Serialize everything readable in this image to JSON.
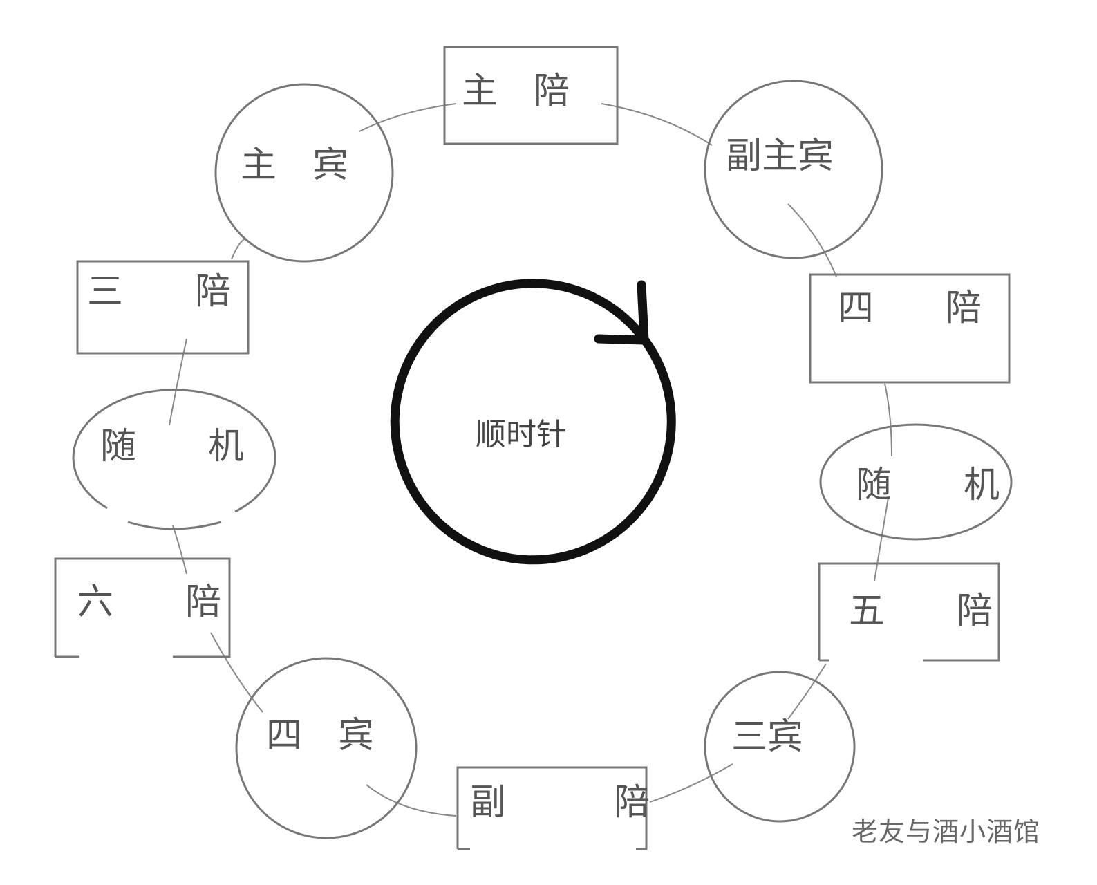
{
  "diagram": {
    "center": {
      "label": "顺时针",
      "arrow": "clockwise-arrow"
    },
    "seats": [
      {
        "id": "host",
        "label": "主　陪",
        "shape": "rect"
      },
      {
        "id": "vice-guest",
        "label": "副主宾",
        "shape": "circle"
      },
      {
        "id": "fourth-host",
        "label": "四　　陪",
        "shape": "rect"
      },
      {
        "id": "random-right",
        "label": "随　　机",
        "shape": "ellipse"
      },
      {
        "id": "fifth-host",
        "label": "五　　陪",
        "shape": "bracket"
      },
      {
        "id": "third-guest",
        "label": "三宾",
        "shape": "circle"
      },
      {
        "id": "vice-host",
        "label": "副　　　陪",
        "shape": "bracket"
      },
      {
        "id": "fourth-guest",
        "label": "四　宾",
        "shape": "circle"
      },
      {
        "id": "sixth-host",
        "label": "六　　陪",
        "shape": "bracket"
      },
      {
        "id": "random-left",
        "label": "随　　机",
        "shape": "ellipse"
      },
      {
        "id": "third-host",
        "label": "三　　陪",
        "shape": "rect"
      },
      {
        "id": "main-guest",
        "label": "主　宾",
        "shape": "circle"
      }
    ]
  },
  "watermark": "老友与酒小酒馆"
}
